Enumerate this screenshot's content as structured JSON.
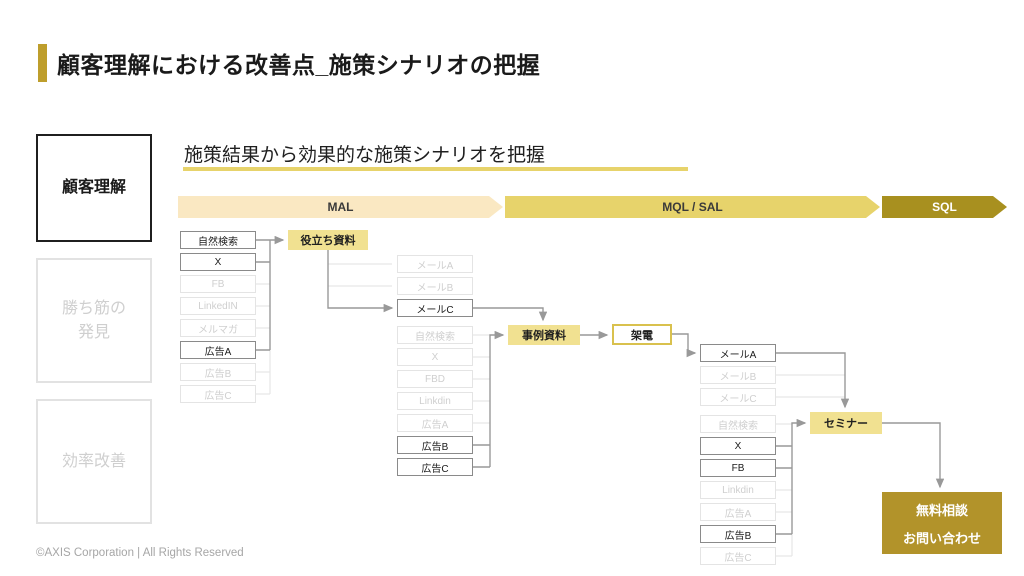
{
  "slide": {
    "title": "顧客理解における改善点_施策シナリオの把握",
    "subtitle": "施策結果から効果的な施策シナリオを把握",
    "footer": "©AXIS Corporation | All Rights Reserved"
  },
  "sidebar": {
    "items": [
      {
        "label": "顧客理解",
        "state": "active"
      },
      {
        "label": "勝ち筋の\n発見",
        "state": "inactive"
      },
      {
        "label": "効率改善",
        "state": "inactive"
      }
    ]
  },
  "stages": [
    {
      "label": "MAL",
      "color": "#FAE8C2"
    },
    {
      "label": "MQL / SAL",
      "color": "#E7D36B"
    },
    {
      "label": "SQL",
      "color": "#A8901F"
    }
  ],
  "colors": {
    "accent_gold": "#BE9E2C",
    "highlight_box": "#F1E191",
    "cta_box": "#B2932A",
    "connector": "#999999"
  },
  "flow": {
    "col1": [
      {
        "label": "自然検索",
        "state": "active"
      },
      {
        "label": "X",
        "state": "active"
      },
      {
        "label": "FB",
        "state": "inactive"
      },
      {
        "label": "LinkedIN",
        "state": "inactive"
      },
      {
        "label": "メルマガ",
        "state": "inactive"
      },
      {
        "label": "広告A",
        "state": "active"
      },
      {
        "label": "広告B",
        "state": "inactive"
      },
      {
        "label": "広告C",
        "state": "inactive"
      }
    ],
    "milestone1": "役立ち資料",
    "col2": [
      {
        "label": "メールA",
        "state": "inactive"
      },
      {
        "label": "メールB",
        "state": "inactive"
      },
      {
        "label": "メールC",
        "state": "active"
      },
      {
        "label": "自然検索",
        "state": "inactive"
      },
      {
        "label": "X",
        "state": "inactive"
      },
      {
        "label": "FBD",
        "state": "inactive"
      },
      {
        "label": "Linkdin",
        "state": "inactive"
      },
      {
        "label": "広告A",
        "state": "inactive"
      },
      {
        "label": "広告B",
        "state": "active"
      },
      {
        "label": "広告C",
        "state": "active"
      }
    ],
    "milestone2": "事例資料",
    "call": "架電",
    "col3": [
      {
        "label": "メールA",
        "state": "active"
      },
      {
        "label": "メールB",
        "state": "inactive"
      },
      {
        "label": "メールC",
        "state": "inactive"
      },
      {
        "label": "自然検索",
        "state": "inactive"
      },
      {
        "label": "X",
        "state": "active"
      },
      {
        "label": "FB",
        "state": "active"
      },
      {
        "label": "Linkdin",
        "state": "inactive"
      },
      {
        "label": "広告A",
        "state": "inactive"
      },
      {
        "label": "広告B",
        "state": "active"
      },
      {
        "label": "広告C",
        "state": "inactive"
      }
    ],
    "milestone3": "セミナー",
    "cta": {
      "line1": "無料相談",
      "line2": "お問い合わせ"
    }
  }
}
